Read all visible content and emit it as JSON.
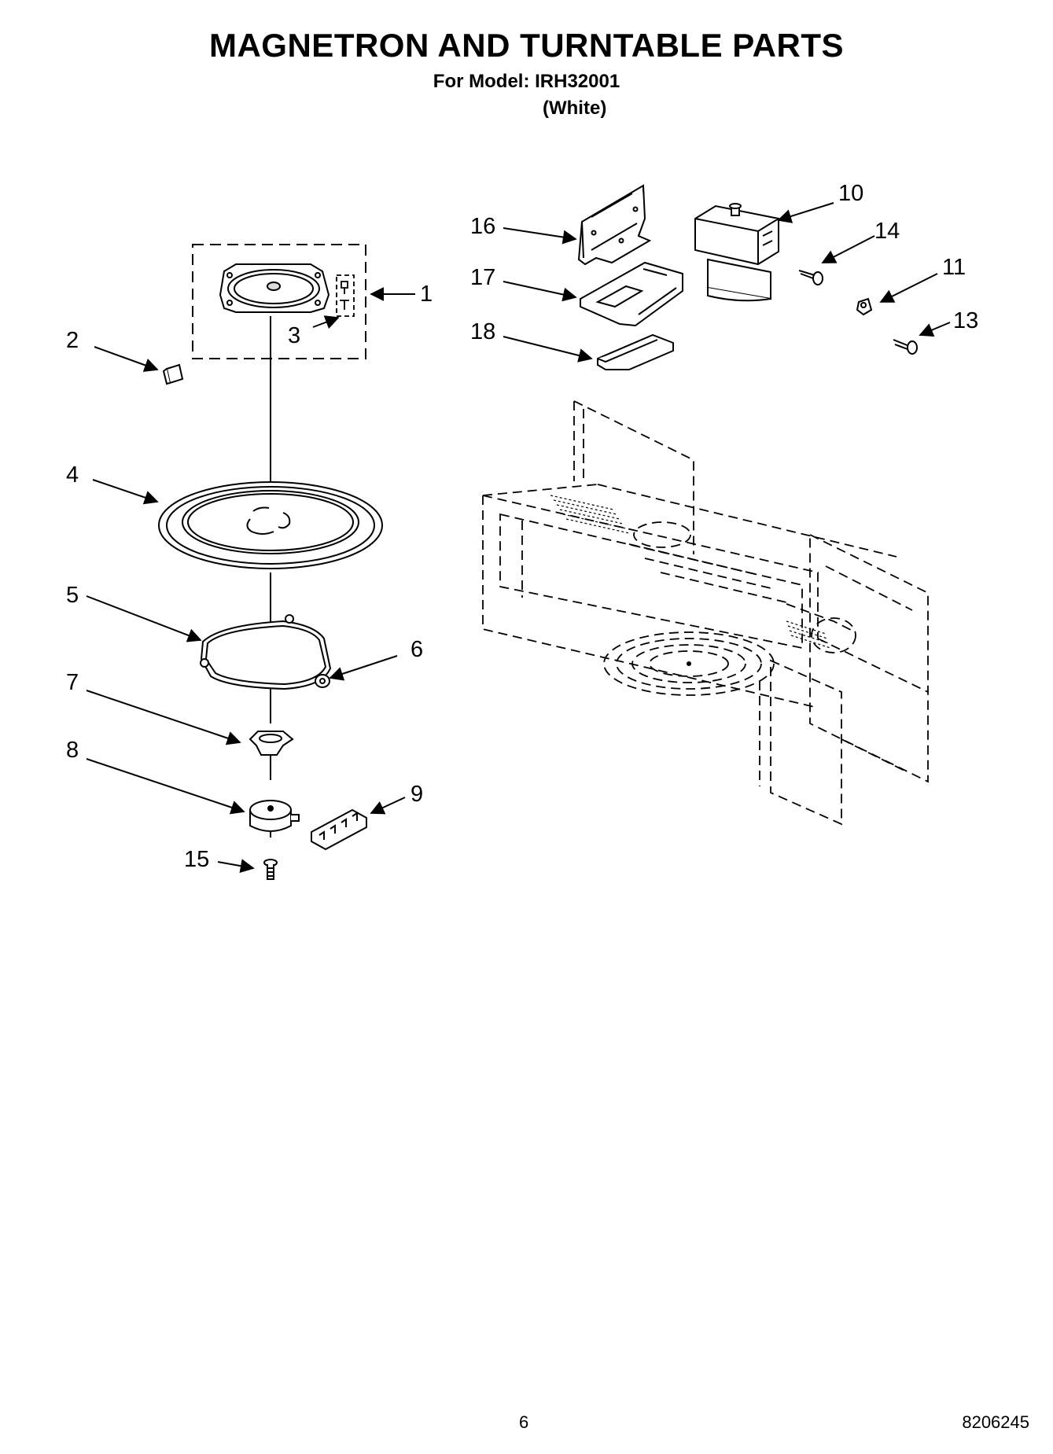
{
  "title": "MAGNETRON AND TURNTABLE PARTS",
  "model_line": "For Model: IRH32001",
  "variant": "(White)",
  "callouts": [
    "1",
    "2",
    "3",
    "4",
    "5",
    "6",
    "7",
    "8",
    "9",
    "10",
    "11",
    "13",
    "14",
    "15",
    "16",
    "17",
    "18"
  ],
  "page_number": "6",
  "document_number": "8206245"
}
